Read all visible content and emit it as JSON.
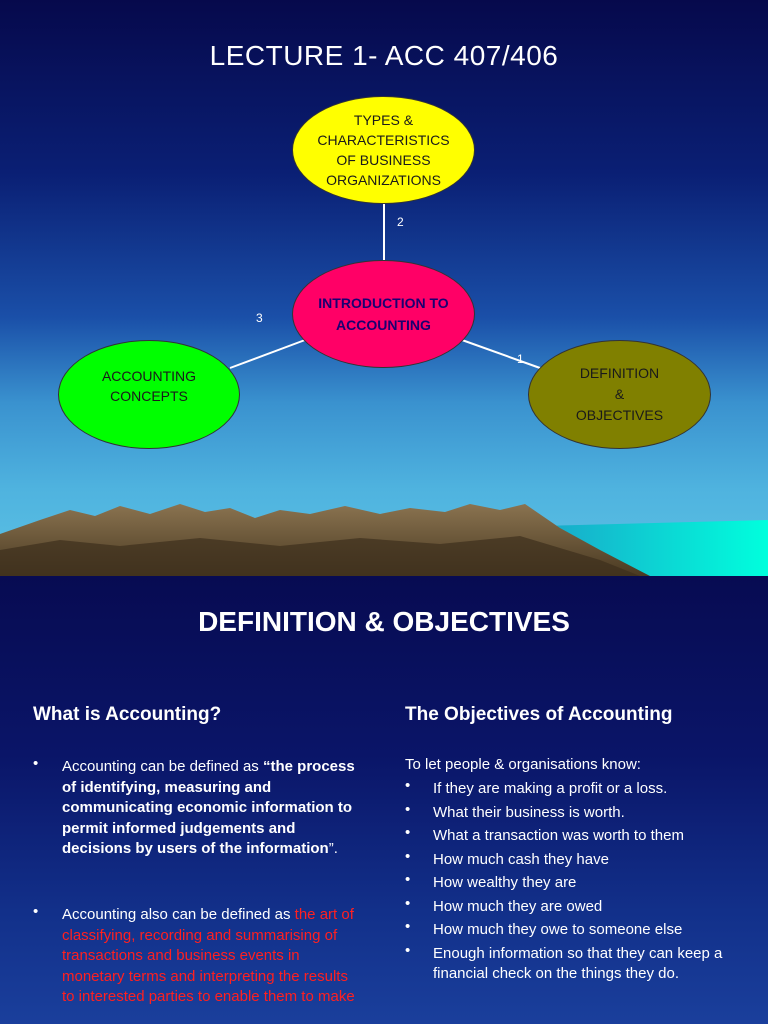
{
  "slide1": {
    "title": "LECTURE 1- ACC 407/406",
    "nodes": {
      "types": [
        "TYPES  &",
        "CHARACTERISTICS",
        "OF BUSINESS",
        "ORGANIZATIONS"
      ],
      "intro": [
        "INTRODUCTION TO",
        "ACCOUNTING"
      ],
      "concepts": [
        "ACCOUNTING",
        "CONCEPTS"
      ],
      "definition": [
        "DEFINITION",
        "&",
        "OBJECTIVES"
      ]
    },
    "edge_labels": {
      "to_types": "2",
      "to_concepts": "3",
      "to_definition": "1"
    },
    "colors": {
      "types": "#ffff00",
      "intro": "#ff0066",
      "concepts": "#00ff00",
      "definition": "#808000"
    }
  },
  "slide2": {
    "title": "DEFINITION & OBJECTIVES",
    "left": {
      "heading": "What is Accounting?",
      "bullet1": {
        "prefix": "Accounting can be defined as ",
        "quote": "“the process of identifying, measuring and communicating economic information to permit informed judgements and decisions by users of the information",
        "suffix": "”."
      },
      "bullet2": {
        "prefix": "Accounting also can be defined as ",
        "highlight": "the art of classifying, recording and summarising of transactions and business events in monetary terms and interpreting the results to interested parties to enable them to make"
      }
    },
    "right": {
      "heading": "The Objectives of Accounting",
      "intro": "To let people & organisations know:",
      "items": [
        "If they are making a profit or a loss.",
        "What their business is worth.",
        "What a transaction was worth to them",
        "How much cash they have",
        "How wealthy they are",
        "How much they are owed",
        "How much they owe to someone else",
        "Enough information so that they can keep a financial check on the things they do."
      ]
    },
    "bullet_glyph": "•"
  }
}
